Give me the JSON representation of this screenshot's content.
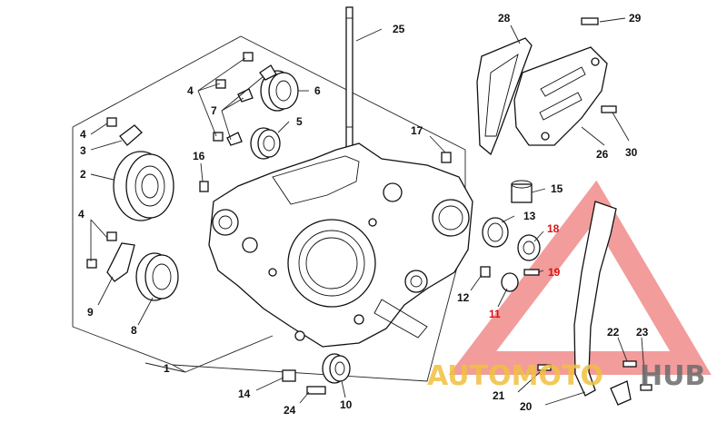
{
  "callouts": {
    "c1": "1",
    "c2": "2",
    "c3": "3",
    "c4a": "4",
    "c4b": "4",
    "c4c": "4",
    "c5": "5",
    "c6": "6",
    "c7": "7",
    "c8": "8",
    "c9": "9",
    "c10": "10",
    "c11": "11",
    "c12": "12",
    "c13": "13",
    "c14": "14",
    "c15": "15",
    "c16": "16",
    "c17": "17",
    "c18": "18",
    "c19": "19",
    "c20": "20",
    "c21": "21",
    "c22": "22",
    "c23": "23",
    "c24": "24",
    "c25": "25",
    "c26": "26",
    "c28": "28",
    "c29": "29",
    "c30": "30"
  },
  "watermark": {
    "part1": "AUTOMOTO",
    "part2": "HUB"
  },
  "colors": {
    "lines": "#111111",
    "watermark_gold": "#f0c040",
    "watermark_gray": "#6b6b6b",
    "watermark_red": "#e84a4a"
  }
}
